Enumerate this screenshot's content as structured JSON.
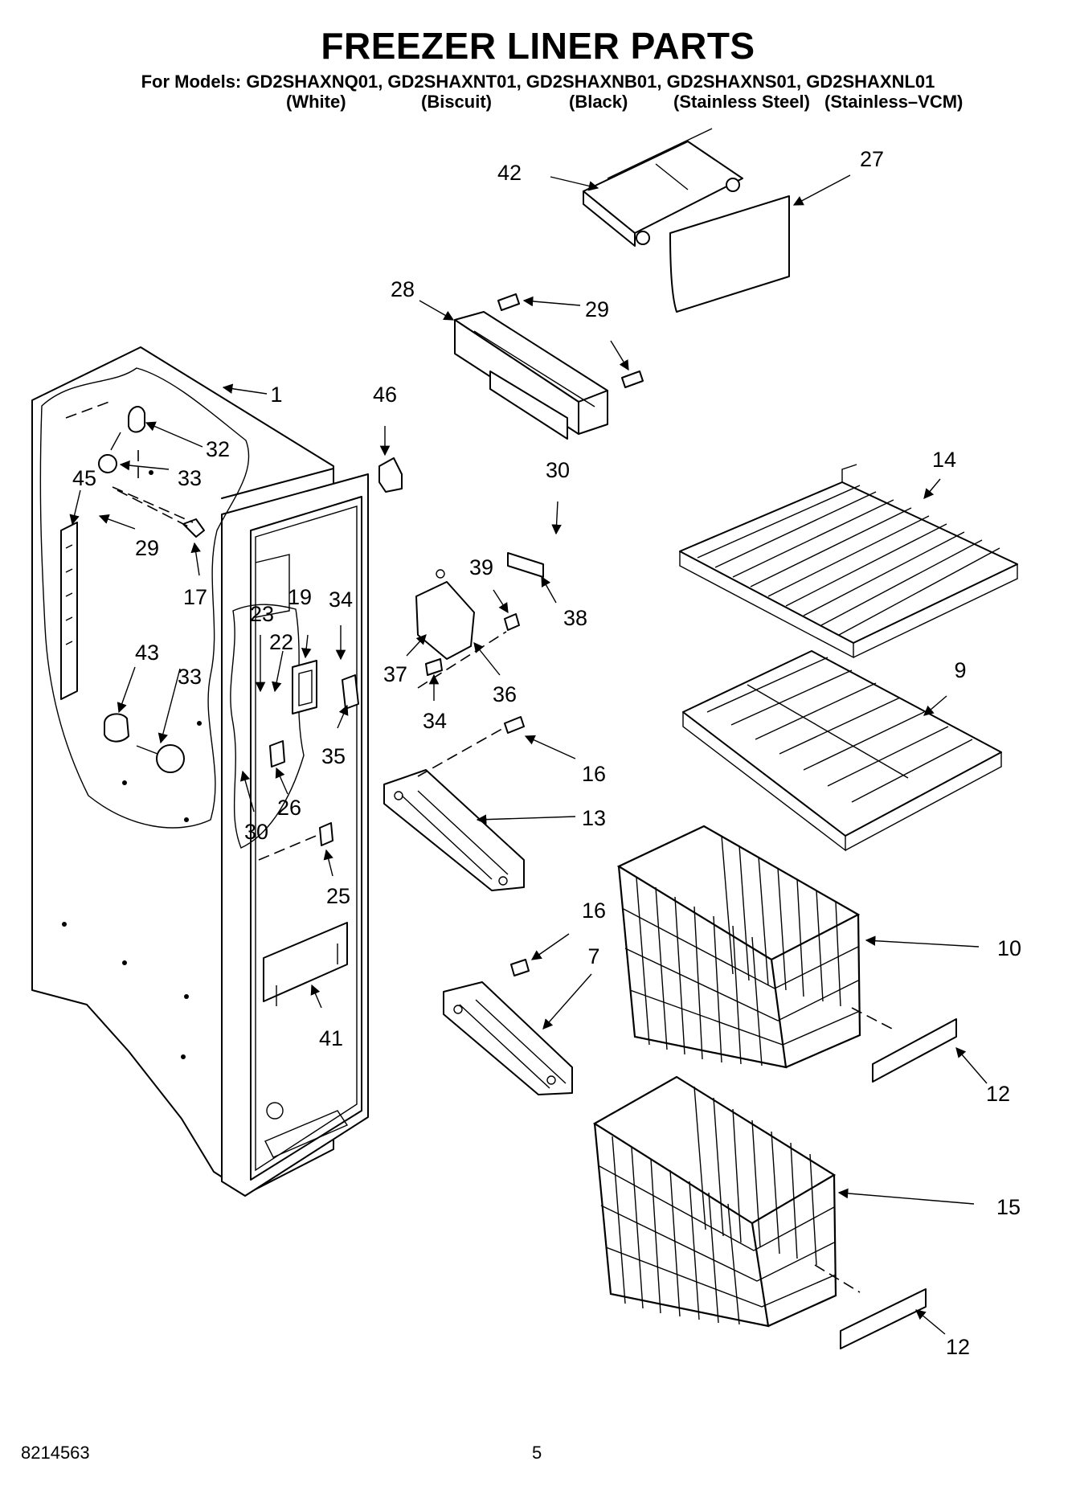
{
  "header": {
    "title": "FREEZER LINER PARTS",
    "models_line": "For Models: GD2SHAXNQ01, GD2SHAXNT01, GD2SHAXNB01, GD2SHAXNS01, GD2SHAXNL01",
    "colors": [
      "(White)",
      "(Biscuit)",
      "(Black)",
      "(Stainless Steel)",
      "(Stainless–VCM)"
    ]
  },
  "callouts": [
    "42",
    "27",
    "28",
    "29",
    "29",
    "1",
    "46",
    "32",
    "33",
    "45",
    "33",
    "29",
    "17",
    "30",
    "14",
    "39",
    "38",
    "19",
    "34",
    "23",
    "22",
    "37",
    "36",
    "43",
    "33",
    "9",
    "34",
    "35",
    "16",
    "26",
    "30",
    "13",
    "25",
    "16",
    "7",
    "10",
    "41",
    "12",
    "15",
    "12"
  ],
  "footer": {
    "doc_number": "8214563",
    "page_number": "5"
  }
}
